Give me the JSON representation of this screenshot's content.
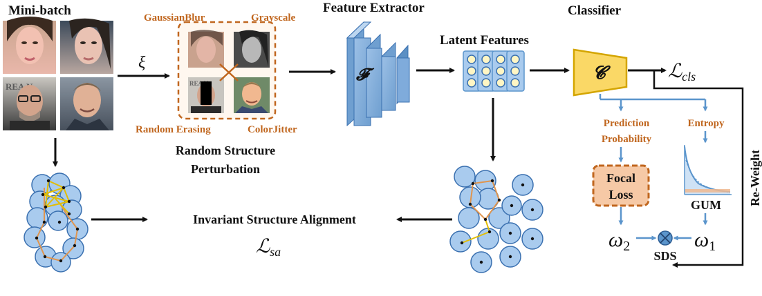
{
  "titles": {
    "mini_batch": "Mini-batch",
    "feature_extractor": "Feature Extractor",
    "classifier": "Classifier",
    "latent_features": "Latent Features"
  },
  "augmentations": {
    "gaussian_blur": "GaussianBlur",
    "grayscale": "Grayscale",
    "random_erasing": "Random Erasing",
    "color_jitter": "ColorJitter"
  },
  "perturbation": {
    "line1": "Random Structure",
    "line2": "Perturbation"
  },
  "symbols": {
    "xi": "ξ",
    "feature_extractor": "𝓕",
    "classifier": "𝓒",
    "loss_cls": "ℒ",
    "loss_cls_sub": "cls",
    "loss_sa": "ℒ",
    "loss_sa_sub": "sa",
    "omega2": "ω",
    "omega2_sub": "2",
    "omega1": "ω",
    "omega1_sub": "1",
    "otimes": "⊗"
  },
  "branches": {
    "prediction_line1": "Prediction",
    "prediction_line2": "Probability",
    "entropy": "Entropy",
    "focal_line1": "Focal",
    "focal_line2": "Loss",
    "gum": "GUM",
    "sds": "SDS",
    "reweight": "Re-Weight"
  },
  "alignment": "Invariant Structure Alignment",
  "colors": {
    "orange": "#c0661e",
    "blue": "#5b95cc",
    "node_fill": "#a9cbee",
    "node_stroke": "#3a70b0",
    "classifier_fill": "#fad866",
    "focal_fill": "#f6c9a6",
    "gold": "#e3bd00"
  }
}
